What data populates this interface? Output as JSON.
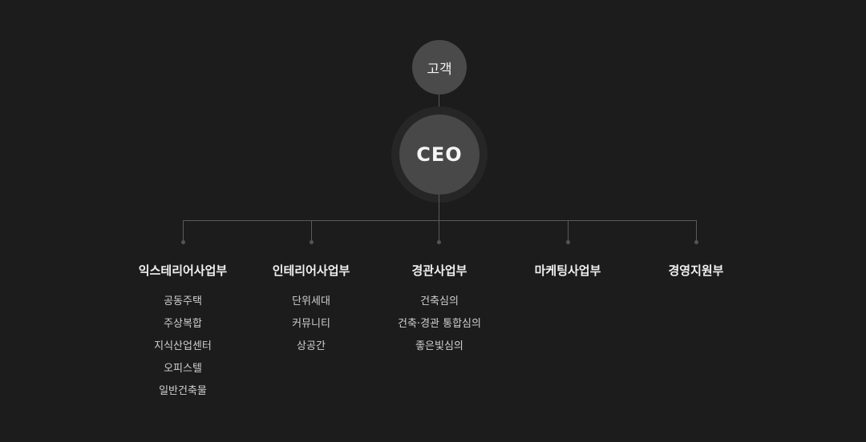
{
  "chart": {
    "customer": "고객",
    "ceo": "CEO",
    "departments": [
      {
        "name": "익스테리어사업부",
        "items": [
          "공동주택",
          "주상복합",
          "지식산업센터",
          "오피스텔",
          "일반건축물"
        ]
      },
      {
        "name": "인테리어사업부",
        "items": [
          "단위세대",
          "커뮤니티",
          "상공간"
        ]
      },
      {
        "name": "경관사업부",
        "items": [
          "건축심의",
          "건축·경관 통합심의",
          "좋은빛심의"
        ]
      },
      {
        "name": "마케팅사업부",
        "items": []
      },
      {
        "name": "경영지원부",
        "items": []
      }
    ]
  }
}
